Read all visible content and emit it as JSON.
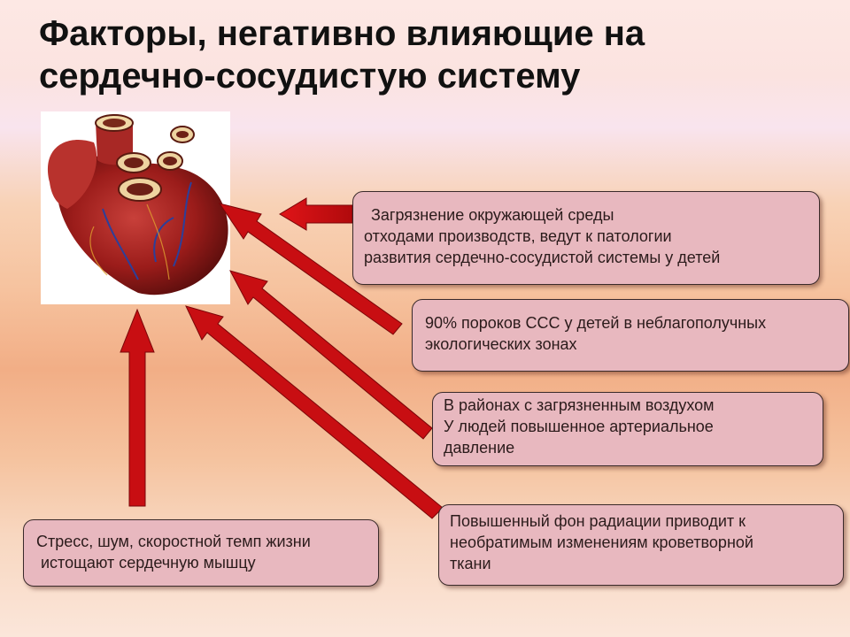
{
  "title": {
    "line1": "Факторы, негативно влияющие на",
    "line2": "сердечно-сосудистую систему"
  },
  "colors": {
    "arrow": "#c40d10",
    "box_fill": "#e8b8bf",
    "heart": "#9b1c1a"
  },
  "factors": {
    "pollution": [
      "Загрязнение окружающей среды",
      "отходами производств,  ведут к патологии",
      "развития  сердечно-сосудистой системы у детей"
    ],
    "defects": [
      "90% пороков ССС у детей в  неблагополучных",
      "экологических зонах"
    ],
    "air": [
      "В районах с загрязненным воздухом",
      "У людей повышенное артериальное",
      "давление"
    ],
    "radiation": [
      "Повышенный фон радиации приводит к",
      "необратимым изменениям кроветворной",
      "ткани"
    ],
    "stress": [
      "Стресс, шум, скоростной темп жизни",
      " истощают сердечную мышцу"
    ]
  }
}
